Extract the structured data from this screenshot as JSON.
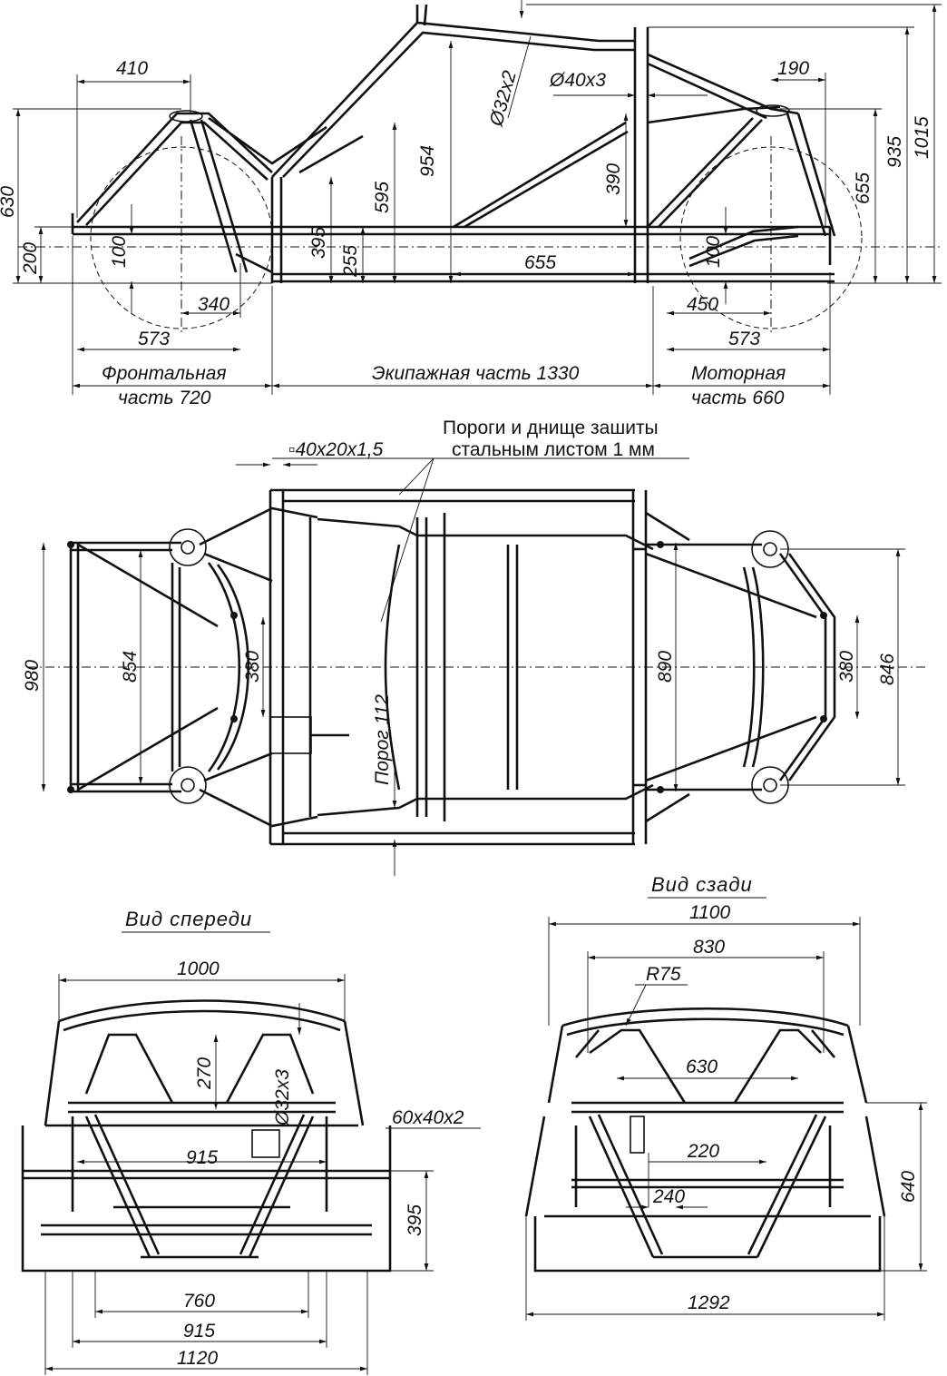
{
  "side_view": {
    "dims": {
      "d410": "410",
      "d190": "190",
      "d630": "630",
      "d200": "200",
      "d100a": "100",
      "d340": "340",
      "d573a": "573",
      "d395": "395",
      "d255": "255",
      "d595": "595",
      "d954": "954",
      "d32x2": "Ø32x2",
      "d40x3": "Ø40x3",
      "d390": "390",
      "d655a": "655",
      "d100b": "100",
      "d450": "450",
      "d573b": "573",
      "d655b": "655",
      "d935": "935",
      "d1015": "1015"
    },
    "sections": {
      "front_l1": "Фронтальная",
      "front_l2": "часть 720",
      "crew": "Экипажная часть 1330",
      "motor_l1": "Моторная",
      "motor_l2": "часть 660"
    }
  },
  "top_view": {
    "note_l1": "Пороги и днище зашиты",
    "note_l2": "стальным листом 1 мм",
    "profile": "▫40x20x1,5",
    "dims": {
      "d980": "980",
      "d854": "854",
      "d380a": "380",
      "sill": "Порог 112",
      "d890": "890",
      "d380b": "380",
      "d846": "846"
    }
  },
  "front_view": {
    "title": "Вид спереди",
    "dims": {
      "d1000": "1000",
      "d270": "270",
      "d32x3": "Ø32x3",
      "d60x40": "60x40x2",
      "d915a": "915",
      "d395": "395",
      "d760": "760",
      "d915b": "915",
      "d1120": "1120"
    }
  },
  "rear_view": {
    "title": "Вид сзади",
    "dims": {
      "d1100": "1100",
      "d830": "830",
      "r75": "R75",
      "d630": "630",
      "d220": "220",
      "d240": "240",
      "d640": "640",
      "d1292": "1292"
    }
  }
}
